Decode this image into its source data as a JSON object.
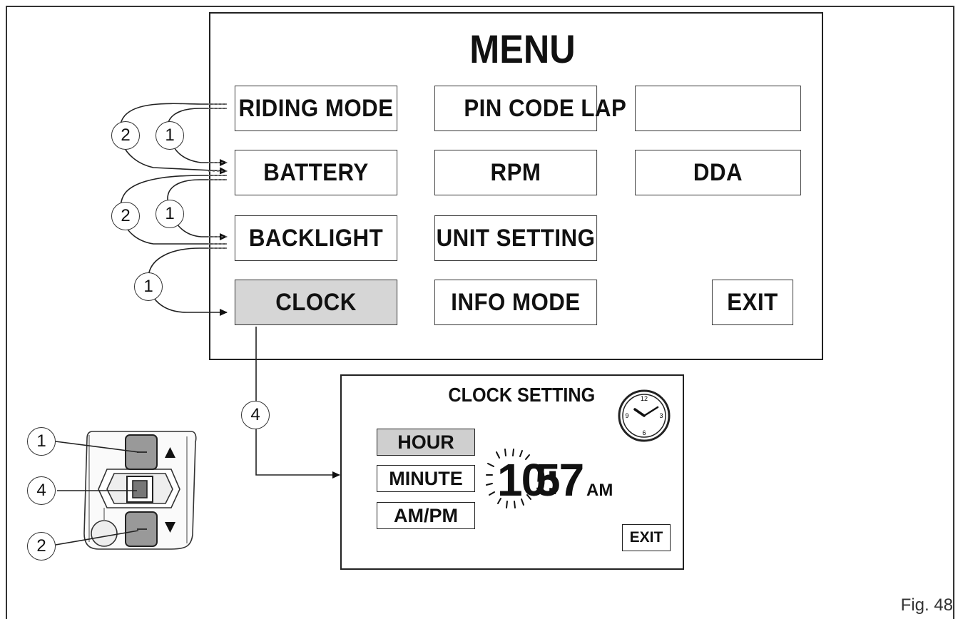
{
  "menu": {
    "title": "MENU",
    "items": [
      {
        "label": "RIDING MODE"
      },
      {
        "label": "PIN CODE LAP"
      },
      {
        "label": ""
      },
      {
        "label": "BATTERY"
      },
      {
        "label": "RPM"
      },
      {
        "label": "DDA"
      },
      {
        "label": "BACKLIGHT"
      },
      {
        "label": "UNIT SETTING"
      },
      {
        "label": "CLOCK",
        "selected": true
      },
      {
        "label": "INFO MODE"
      },
      {
        "label": "EXIT"
      }
    ]
  },
  "clock_setting": {
    "title": "CLOCK SETTING",
    "buttons": [
      {
        "label": "HOUR",
        "selected": true
      },
      {
        "label": "MINUTE"
      },
      {
        "label": "AM/PM"
      }
    ],
    "time_hour": "10",
    "time_sep": ":",
    "time_minute": "57",
    "time_ampm": "AM",
    "exit_label": "EXIT",
    "clock_numbers": [
      "12",
      "3",
      "6",
      "9"
    ]
  },
  "callouts": {
    "one": "1",
    "two": "2",
    "four": "4"
  },
  "figure_label": "Fig. 48"
}
